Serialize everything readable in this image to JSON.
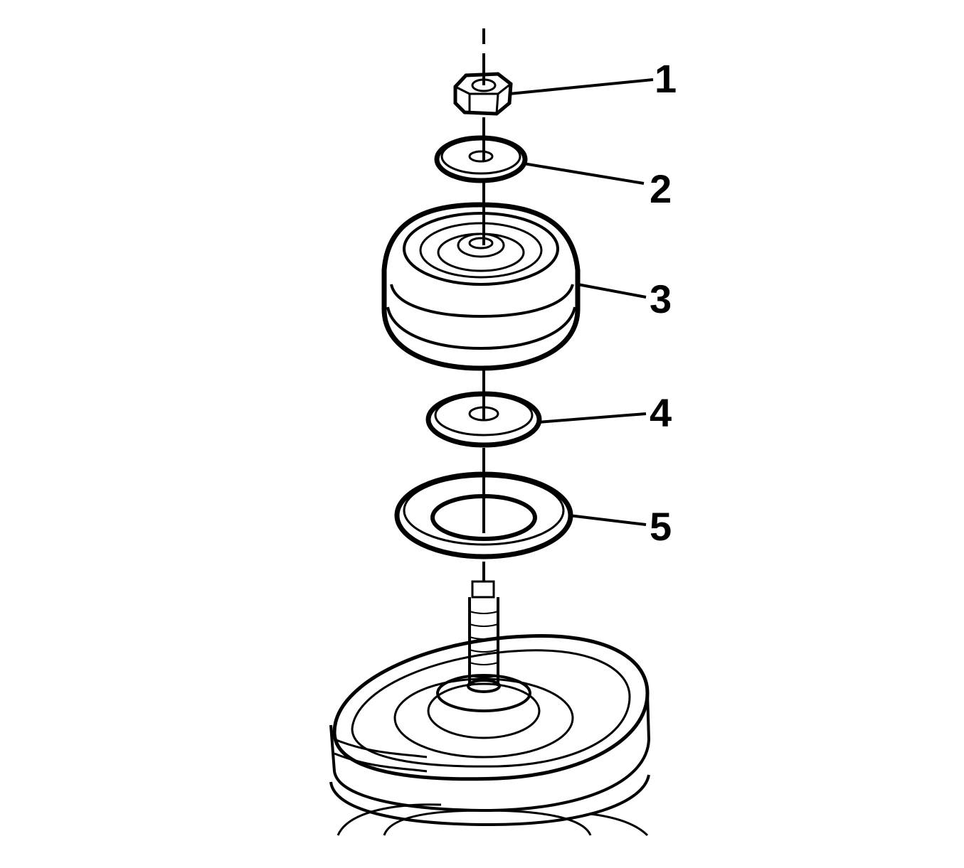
{
  "diagram": {
    "description_colors": {
      "line": "#000000",
      "background": "#ffffff"
    },
    "callouts": [
      {
        "id": "1",
        "label": "1"
      },
      {
        "id": "2",
        "label": "2"
      },
      {
        "id": "3",
        "label": "3"
      },
      {
        "id": "4",
        "label": "4"
      },
      {
        "id": "5",
        "label": "5"
      }
    ]
  }
}
